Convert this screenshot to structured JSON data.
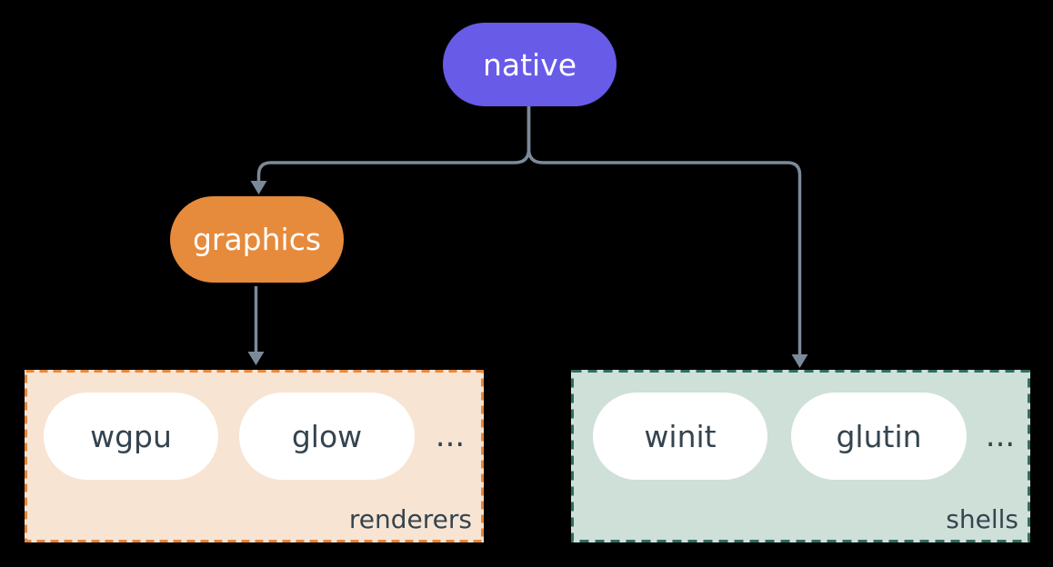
{
  "colors": {
    "background": "#000000",
    "connector": "#7B8A99",
    "native_fill": "#685BE8",
    "graphics_fill": "#E68A3C",
    "renderers_fill": "#F8E4D3",
    "renderers_border": "#E8873A",
    "shells_fill": "#CEE0D8",
    "shells_border": "#2E6E60",
    "item_pill_fill": "#FFFFFF",
    "dark_text": "#35444F",
    "light_text": "#FFFFFF"
  },
  "nodes": {
    "native": {
      "label": "native"
    },
    "graphics": {
      "label": "graphics"
    }
  },
  "groups": {
    "renderers": {
      "label": "renderers",
      "items": [
        "wgpu",
        "glow"
      ],
      "ellipsis": "..."
    },
    "shells": {
      "label": "shells",
      "items": [
        "winit",
        "glutin"
      ],
      "ellipsis": "..."
    }
  }
}
